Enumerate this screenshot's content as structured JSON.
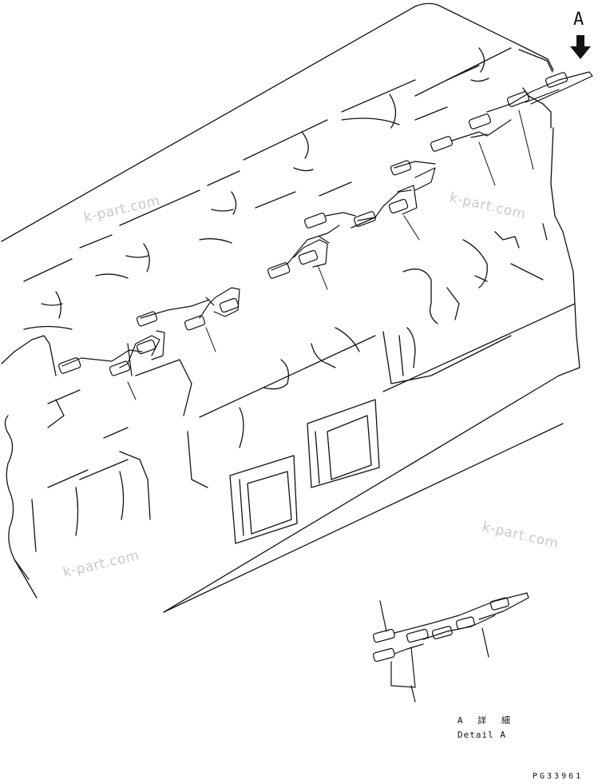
{
  "view_letter": "A",
  "detail_label_jp": "A 詳 細",
  "detail_label_en": "Detail A",
  "figure_code": "PG33961",
  "watermarks": [
    "k-part.com",
    "k-part.com",
    "k-part.com",
    "k-part.com"
  ],
  "colors": {
    "line": "#111111",
    "watermark": "#c9c9c9"
  }
}
